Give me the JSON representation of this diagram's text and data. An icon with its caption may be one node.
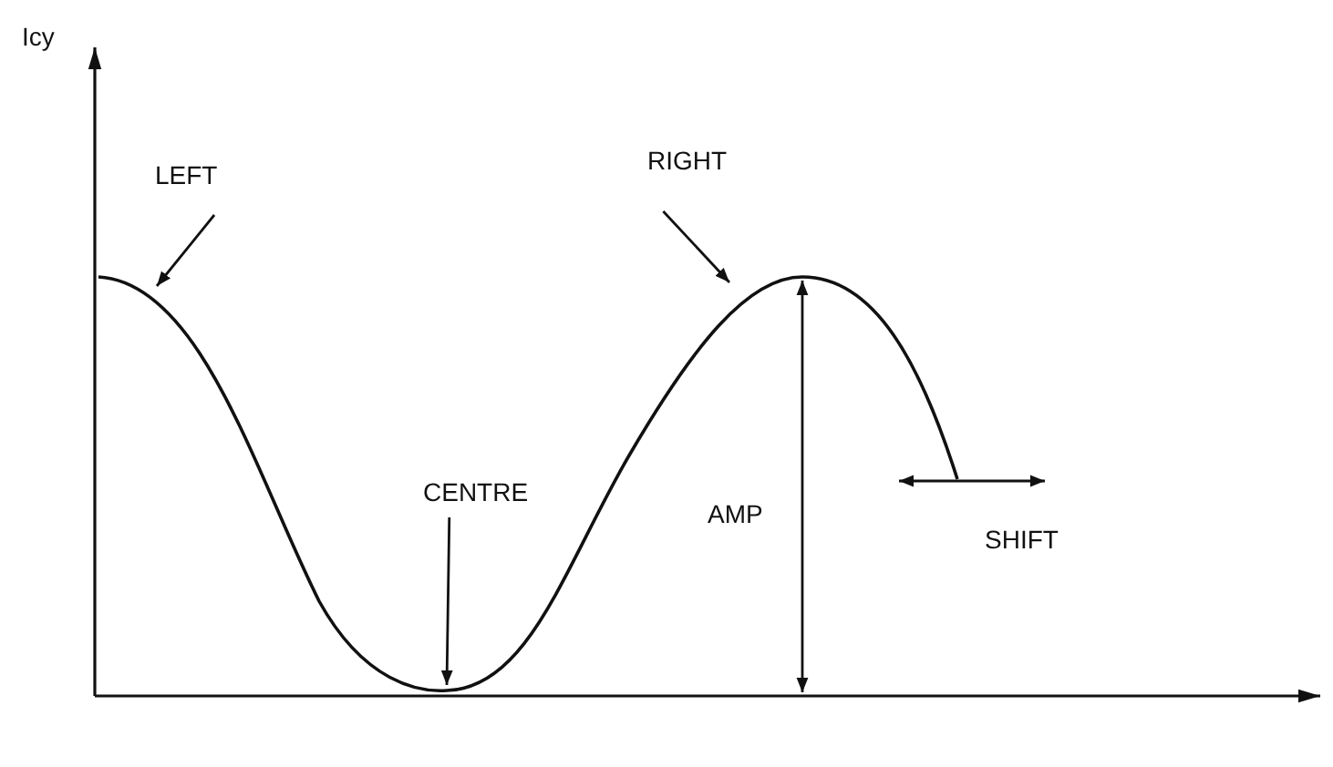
{
  "diagram": {
    "nodes": [
      {
        "text": [
          "LEFT"
        ]
      },
      {
        "text": [
          "RIGHT"
        ]
      },
      {
        "text": [
          "CENTRE"
        ]
      }
    ],
    "edges": [
      {
        "from": 0,
        "to": null,
        "arrow": "to"
      },
      {
        "from": 1,
        "to": null,
        "arrow": "to"
      },
      {
        "from": 2,
        "to": null,
        "arrow": "to"
      }
    ],
    "labels": [
      "Icy",
      "AMP",
      "SHIFT"
    ]
  }
}
